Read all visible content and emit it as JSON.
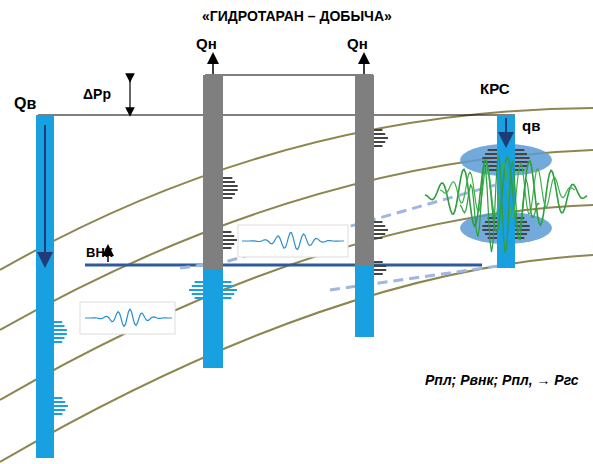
{
  "diagram": {
    "title": "«ГИДРОТАРАН – ДОБЫЧА»",
    "labels": [
      "Qв",
      "Qн",
      "Qн",
      "ΔPр",
      "КРС",
      "qв",
      "ВНК",
      "Рпл; Рвнк; Рпл,  → Ргс"
    ]
  }
}
